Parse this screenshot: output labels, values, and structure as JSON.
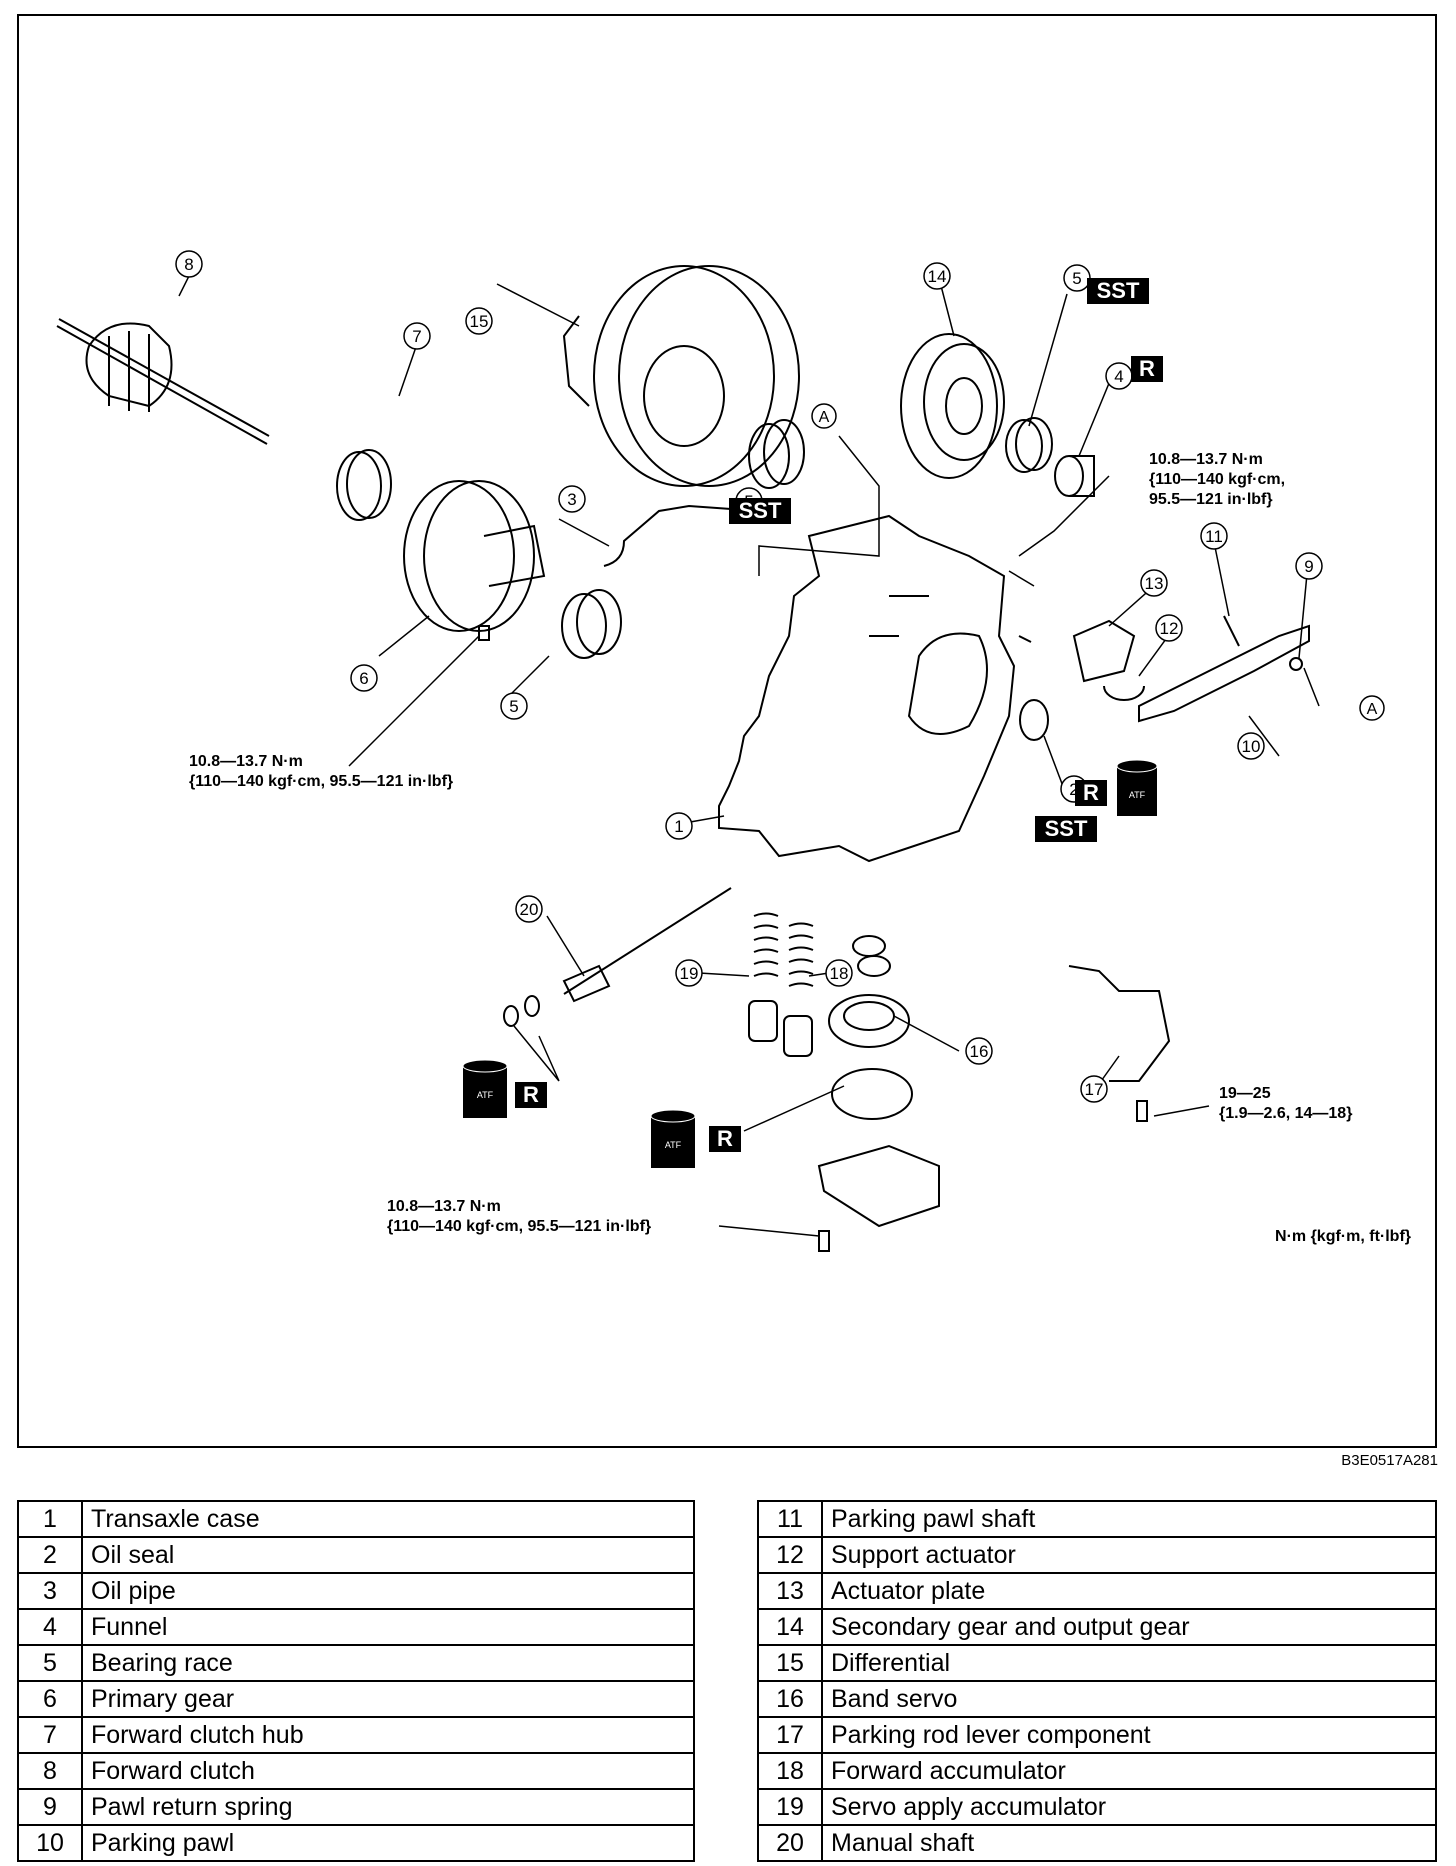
{
  "figure_id": "B3E0517A281",
  "units_note": "N·m {kgf·m, ft·lbf}",
  "torque_specs": {
    "t1": [
      "10.8—13.7 N·m",
      "{110—140 kgf·cm,",
      "95.5—121 in·lbf}"
    ],
    "t2": [
      "10.8—13.7 N·m",
      "{110—140 kgf·cm, 95.5—121 in·lbf}"
    ],
    "t3": [
      "10.8—13.7 N·m",
      "{110—140 kgf·cm, 95.5—121 in·lbf}"
    ],
    "t4": [
      "19—25",
      "{1.9—2.6, 14—18}"
    ]
  },
  "tags": {
    "sst": "SST",
    "replace": "R",
    "atf": "ATF"
  },
  "letter_a": "A",
  "callouts": [
    "1",
    "2",
    "3",
    "4",
    "5",
    "5",
    "5",
    "6",
    "7",
    "8",
    "9",
    "10",
    "11",
    "12",
    "13",
    "14",
    "15",
    "16",
    "17",
    "18",
    "19",
    "20"
  ],
  "parts_left": [
    {
      "no": "1",
      "name": "Transaxle case"
    },
    {
      "no": "2",
      "name": "Oil seal"
    },
    {
      "no": "3",
      "name": "Oil pipe"
    },
    {
      "no": "4",
      "name": "Funnel"
    },
    {
      "no": "5",
      "name": "Bearing race"
    },
    {
      "no": "6",
      "name": "Primary gear"
    },
    {
      "no": "7",
      "name": "Forward clutch hub"
    },
    {
      "no": "8",
      "name": "Forward clutch"
    },
    {
      "no": "9",
      "name": "Pawl return spring"
    },
    {
      "no": "10",
      "name": "Parking pawl"
    }
  ],
  "parts_right": [
    {
      "no": "11",
      "name": "Parking pawl shaft"
    },
    {
      "no": "12",
      "name": "Support actuator"
    },
    {
      "no": "13",
      "name": "Actuator plate"
    },
    {
      "no": "14",
      "name": "Secondary gear and output gear"
    },
    {
      "no": "15",
      "name": "Differential"
    },
    {
      "no": "16",
      "name": "Band servo"
    },
    {
      "no": "17",
      "name": "Parking rod lever component"
    },
    {
      "no": "18",
      "name": "Forward accumulator"
    },
    {
      "no": "19",
      "name": "Servo apply accumulator"
    },
    {
      "no": "20",
      "name": "Manual shaft"
    }
  ]
}
